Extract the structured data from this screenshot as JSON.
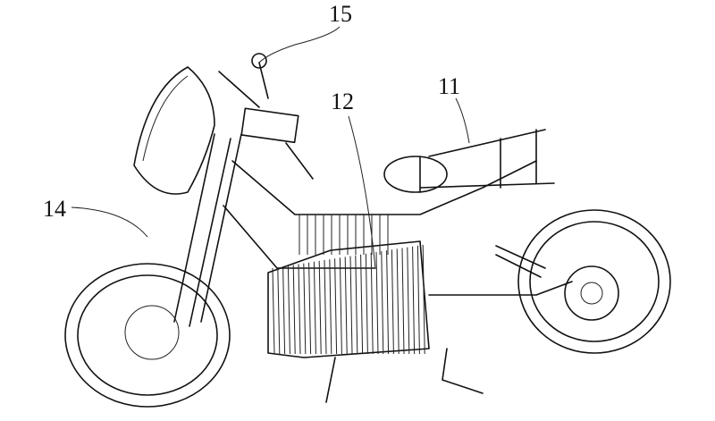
{
  "figure": {
    "labels": [
      {
        "id": "15",
        "text": "15"
      },
      {
        "id": "12",
        "text": "12"
      },
      {
        "id": "11",
        "text": "11"
      },
      {
        "id": "14",
        "text": "14"
      }
    ]
  }
}
